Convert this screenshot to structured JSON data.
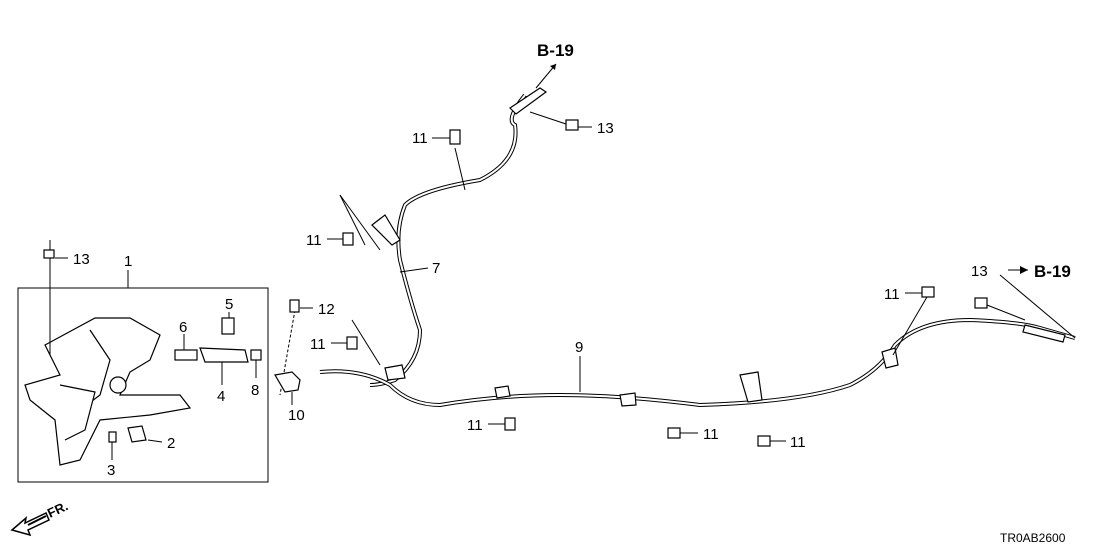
{
  "diagram_code": "TR0AB2600",
  "direction_label": "FR.",
  "references": {
    "top": "B-19",
    "right": "B-19"
  },
  "callouts": {
    "c13_top": "13",
    "c11_top": "11",
    "c7": "7",
    "c11_left": "11",
    "c13_left": "13",
    "c1": "1",
    "c5": "5",
    "c6": "6",
    "c4": "4",
    "c8": "8",
    "c12": "12",
    "c11_mid": "11",
    "c10": "10",
    "c2": "2",
    "c3": "3",
    "c9": "9",
    "c11_b1": "11",
    "c11_b2": "11",
    "c11_b3": "11",
    "c11_right": "11",
    "c13_right": "13"
  }
}
